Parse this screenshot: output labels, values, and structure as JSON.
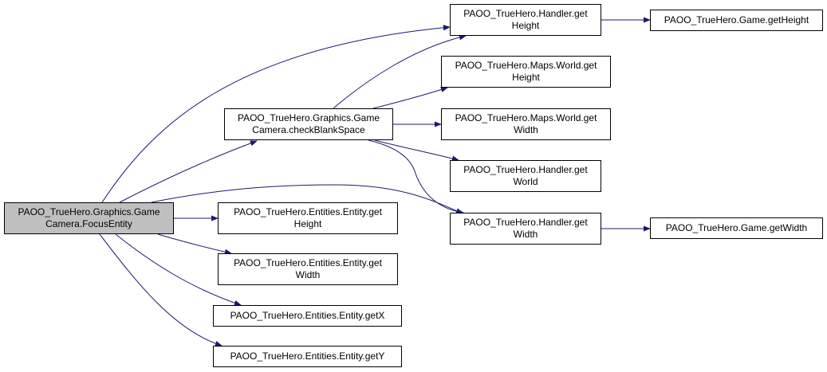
{
  "colors": {
    "edge": "#191970",
    "node_border": "#000000",
    "root_fill": "#bfbfbf",
    "node_fill": "#ffffff"
  },
  "nodes": {
    "focus_entity": {
      "lines": [
        "PAOO_TrueHero.Graphics.Game",
        "Camera.FocusEntity"
      ]
    },
    "check_blank": {
      "lines": [
        "PAOO_TrueHero.Graphics.Game",
        "Camera.checkBlankSpace"
      ]
    },
    "entity_height": {
      "lines": [
        "PAOO_TrueHero.Entities.Entity.get",
        "Height"
      ]
    },
    "entity_width": {
      "lines": [
        "PAOO_TrueHero.Entities.Entity.get",
        "Width"
      ]
    },
    "entity_getx": {
      "lines": [
        "PAOO_TrueHero.Entities.Entity.getX"
      ]
    },
    "entity_gety": {
      "lines": [
        "PAOO_TrueHero.Entities.Entity.getY"
      ]
    },
    "handler_height": {
      "lines": [
        "PAOO_TrueHero.Handler.get",
        "Height"
      ]
    },
    "world_height": {
      "lines": [
        "PAOO_TrueHero.Maps.World.get",
        "Height"
      ]
    },
    "world_width": {
      "lines": [
        "PAOO_TrueHero.Maps.World.get",
        "Width"
      ]
    },
    "handler_world": {
      "lines": [
        "PAOO_TrueHero.Handler.get",
        "World"
      ]
    },
    "handler_width": {
      "lines": [
        "PAOO_TrueHero.Handler.get",
        "Width"
      ]
    },
    "game_height": {
      "lines": [
        "PAOO_TrueHero.Game.getHeight"
      ]
    },
    "game_width": {
      "lines": [
        "PAOO_TrueHero.Game.getWidth"
      ]
    }
  },
  "edges": [
    [
      "focus_entity",
      "handler_height"
    ],
    [
      "focus_entity",
      "check_blank"
    ],
    [
      "focus_entity",
      "handler_width"
    ],
    [
      "focus_entity",
      "entity_height"
    ],
    [
      "focus_entity",
      "entity_width"
    ],
    [
      "focus_entity",
      "entity_getx"
    ],
    [
      "focus_entity",
      "entity_gety"
    ],
    [
      "check_blank",
      "handler_height"
    ],
    [
      "check_blank",
      "world_height"
    ],
    [
      "check_blank",
      "world_width"
    ],
    [
      "check_blank",
      "handler_world"
    ],
    [
      "check_blank",
      "handler_width"
    ],
    [
      "handler_height",
      "game_height"
    ],
    [
      "handler_width",
      "game_width"
    ]
  ]
}
